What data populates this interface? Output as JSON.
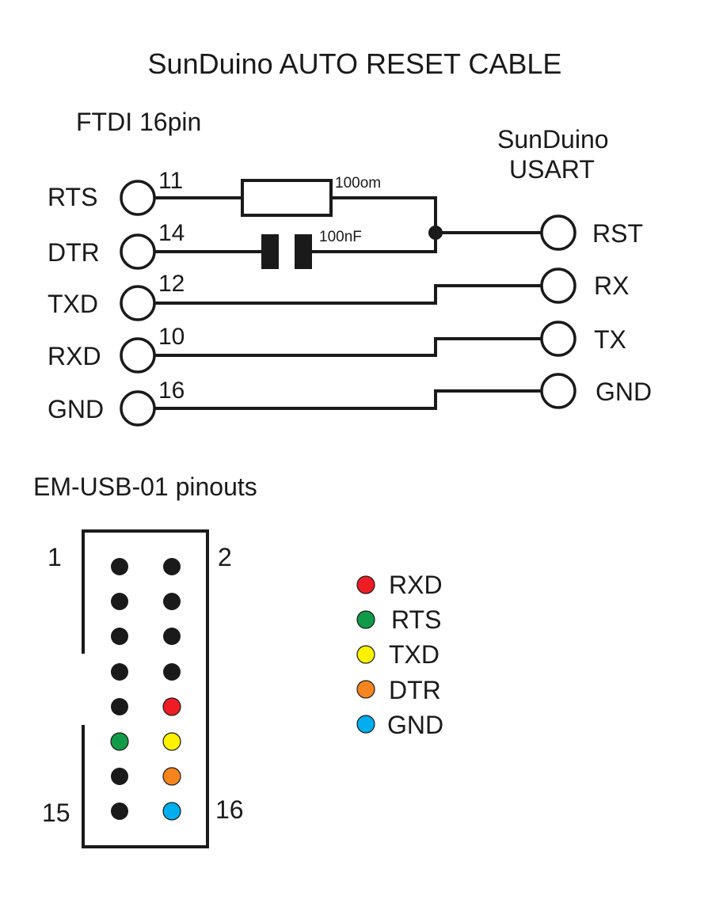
{
  "title": "SunDuino AUTO RESET CABLE",
  "ftdi": {
    "heading": "FTDI 16pin",
    "pins": [
      {
        "label": "RTS",
        "number": "11"
      },
      {
        "label": "DTR",
        "number": "14"
      },
      {
        "label": "TXD",
        "number": "12"
      },
      {
        "label": "RXD",
        "number": "10"
      },
      {
        "label": "GND",
        "number": "16"
      }
    ]
  },
  "sunduino": {
    "heading_line1": "SunDuino",
    "heading_line2": "USART",
    "pins": [
      {
        "label": "RST"
      },
      {
        "label": "RX"
      },
      {
        "label": "TX"
      },
      {
        "label": "GND"
      }
    ]
  },
  "components": {
    "resistor_label": "100om",
    "capacitor_label": "100nF"
  },
  "header": {
    "title": "EM-USB-01 pinouts",
    "pin_labels": {
      "top_left": "1",
      "top_right": "2",
      "bottom_left": "15",
      "bottom_right": "16"
    },
    "rows": [
      [
        "black",
        "black"
      ],
      [
        "black",
        "black"
      ],
      [
        "black",
        "black"
      ],
      [
        "black",
        "black"
      ],
      [
        "black",
        "red"
      ],
      [
        "green",
        "yellow"
      ],
      [
        "black",
        "orange"
      ],
      [
        "black",
        "blue"
      ]
    ]
  },
  "legend": [
    {
      "label": "RXD",
      "color": "red"
    },
    {
      "label": "RTS",
      "color": "green"
    },
    {
      "label": "TXD",
      "color": "yellow"
    },
    {
      "label": "DTR",
      "color": "orange"
    },
    {
      "label": "GND",
      "color": "blue"
    }
  ],
  "colors": {
    "black": "#1a1a1a",
    "red": "#ee1c25",
    "green": "#119a48",
    "yellow": "#fff200",
    "orange": "#f6851f",
    "blue": "#00aeef"
  }
}
